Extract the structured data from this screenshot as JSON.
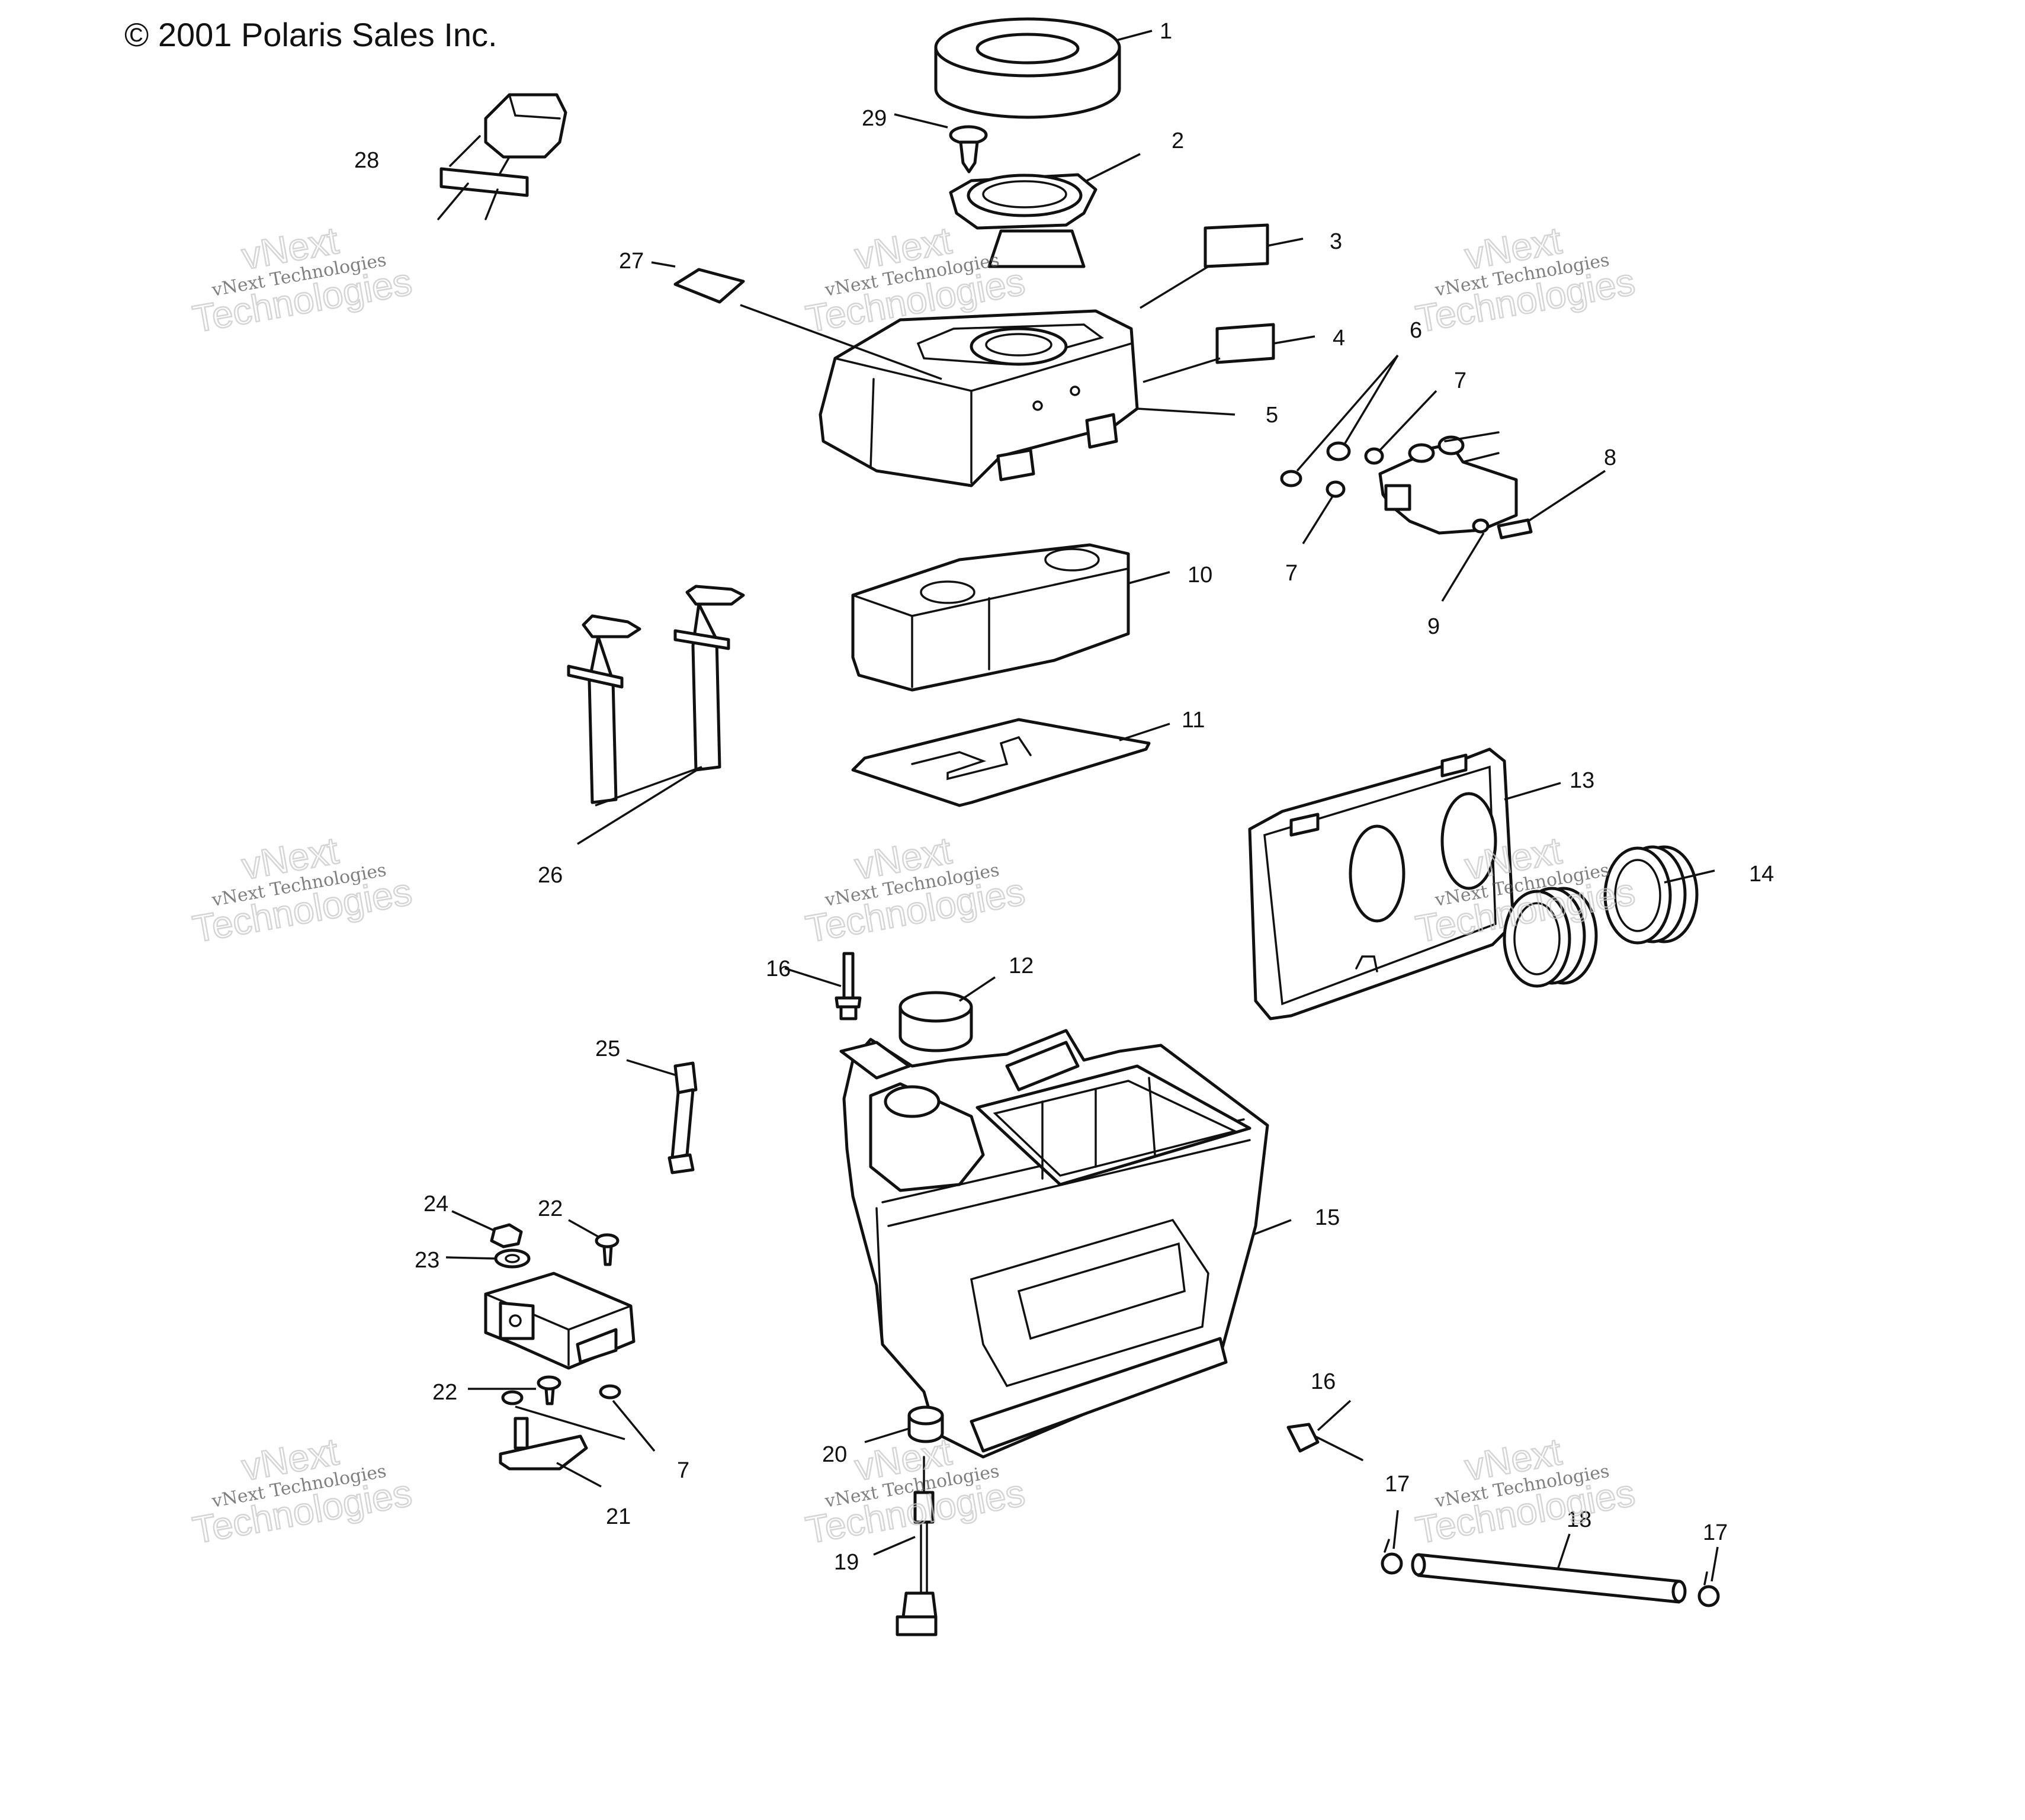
{
  "copyright": "© 2001 Polaris Sales Inc.",
  "watermark": {
    "name": "vNext",
    "line": "vNext Technologies",
    "big": "Technologies"
  },
  "callouts": {
    "c1": "1",
    "c2": "2",
    "c3": "3",
    "c4": "4",
    "c5": "5",
    "c6": "6",
    "c7": "7",
    "c8": "8",
    "c9": "9",
    "c10": "10",
    "c11": "11",
    "c12": "12",
    "c13": "13",
    "c14": "14",
    "c15": "15",
    "c16": "16",
    "c17": "17",
    "c18": "18",
    "c19": "19",
    "c20": "20",
    "c21": "21",
    "c22": "22",
    "c23": "23",
    "c24": "24",
    "c25": "25",
    "c26": "26",
    "c27": "27",
    "c28": "28",
    "c29": "29"
  }
}
